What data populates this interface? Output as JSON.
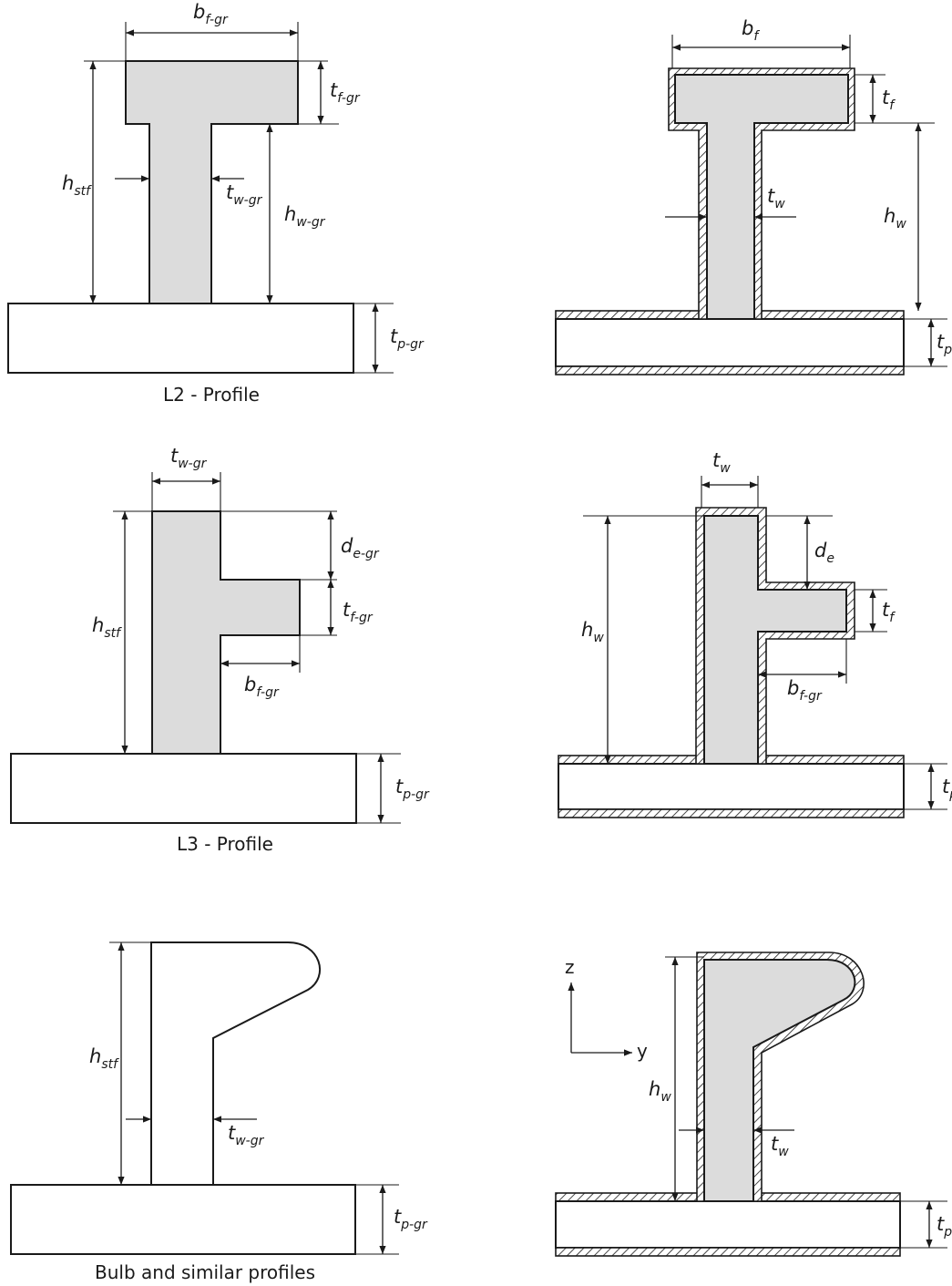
{
  "diagram": {
    "captions": {
      "l2": "L2 - Profile",
      "l3": "L3 - Profile",
      "bulb": "Bulb and similar profiles"
    },
    "axes": {
      "z": "z",
      "y": "y"
    },
    "symbols": {
      "b": "b",
      "t": "t",
      "h": "h",
      "d": "d",
      "f_gr": "f-gr",
      "w_gr": "w-gr",
      "p_gr": "p-gr",
      "e_gr": "e-gr",
      "stf": "stf",
      "f": "f",
      "w": "w",
      "p": "p",
      "e": "e"
    }
  }
}
